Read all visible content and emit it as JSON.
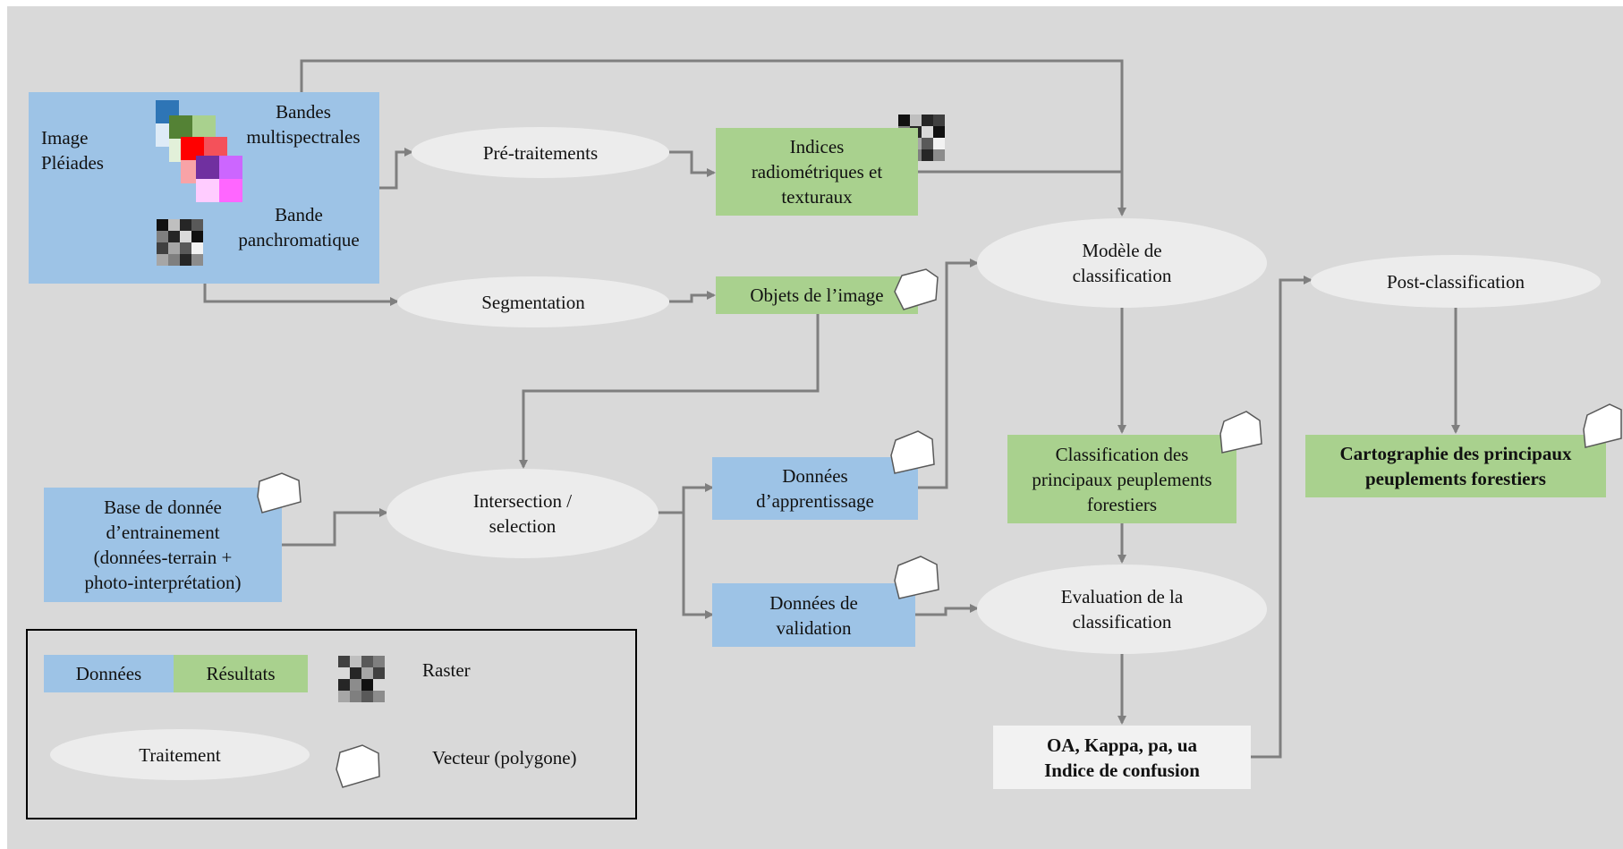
{
  "diagram": {
    "image_pleiades": "Image\nPléiades",
    "bandes_multispectrales": "Bandes\nmultispectrales",
    "bande_panchromatique": "Bande\npanchromatique",
    "pre_traitements": "Pré-traitements",
    "segmentation": "Segmentation",
    "indices": "Indices\nradiométriques et\ntexturaux",
    "objets": "Objets de l’image",
    "modele": "Modèle de\nclassification",
    "base_donnee": "Base de donnée\nd’entrainement\n(données-terrain +\nphoto-interprétation)",
    "intersection": "Intersection /\nselection",
    "donnees_apprentissage": "Données\nd’apprentissage",
    "donnees_validation": "Données de\nvalidation",
    "classification_peuplements": "Classification des\nprincipaux peuplements\nforestiers",
    "evaluation": "Evaluation de la\nclassification",
    "oa_kappa": "OA, Kappa, pa, ua\nIndice de confusion",
    "post_classification": "Post-classification",
    "cartographie": "Cartographie des principaux\npeuplements forestiers"
  },
  "legend": {
    "donnees": "Données",
    "resultats": "Résultats",
    "raster": "Raster",
    "traitement": "Traitement",
    "vecteur": "Vecteur (polygone)"
  },
  "colors": {
    "data_blue": "#9dc3e6",
    "result_green": "#a9d18e",
    "process_ellipse": "#ececec",
    "arrow_gray": "#7f7f7f",
    "background": "#d9d9d9"
  }
}
